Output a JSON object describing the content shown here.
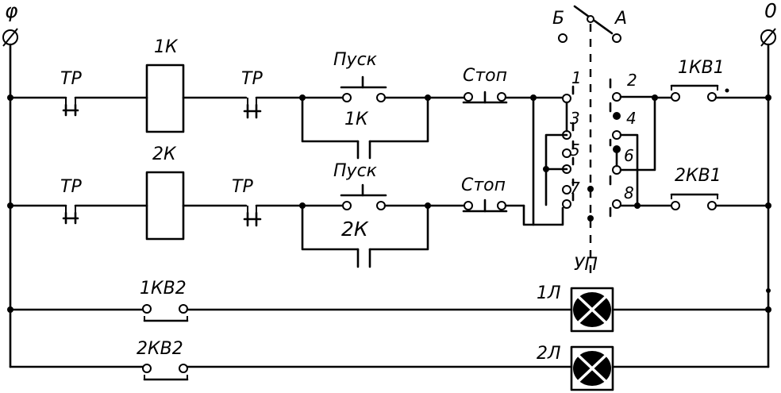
{
  "terminals": {
    "phase": "φ",
    "neutral": "0"
  },
  "rows": [
    {
      "thermal_left": "ТР",
      "coil": "1К",
      "thermal_right": "ТР",
      "start": "Пуск",
      "hold": "1К",
      "stop": "Стоп",
      "limit": "1КВ1"
    },
    {
      "thermal_left": "ТР",
      "coil": "2К",
      "thermal_right": "ТР",
      "start": "Пуск",
      "hold": "2К",
      "stop": "Стоп",
      "limit": "2КВ1"
    }
  ],
  "switch": {
    "name": "УП",
    "pos_left": "Б",
    "pos_right": "А",
    "contacts": [
      "1",
      "2",
      "3",
      "4",
      "5",
      "6",
      "7",
      "8"
    ]
  },
  "lamp_rows": [
    {
      "limit": "1КВ2",
      "lamp": "1Л"
    },
    {
      "limit": "2КВ2",
      "lamp": "2Л"
    }
  ]
}
